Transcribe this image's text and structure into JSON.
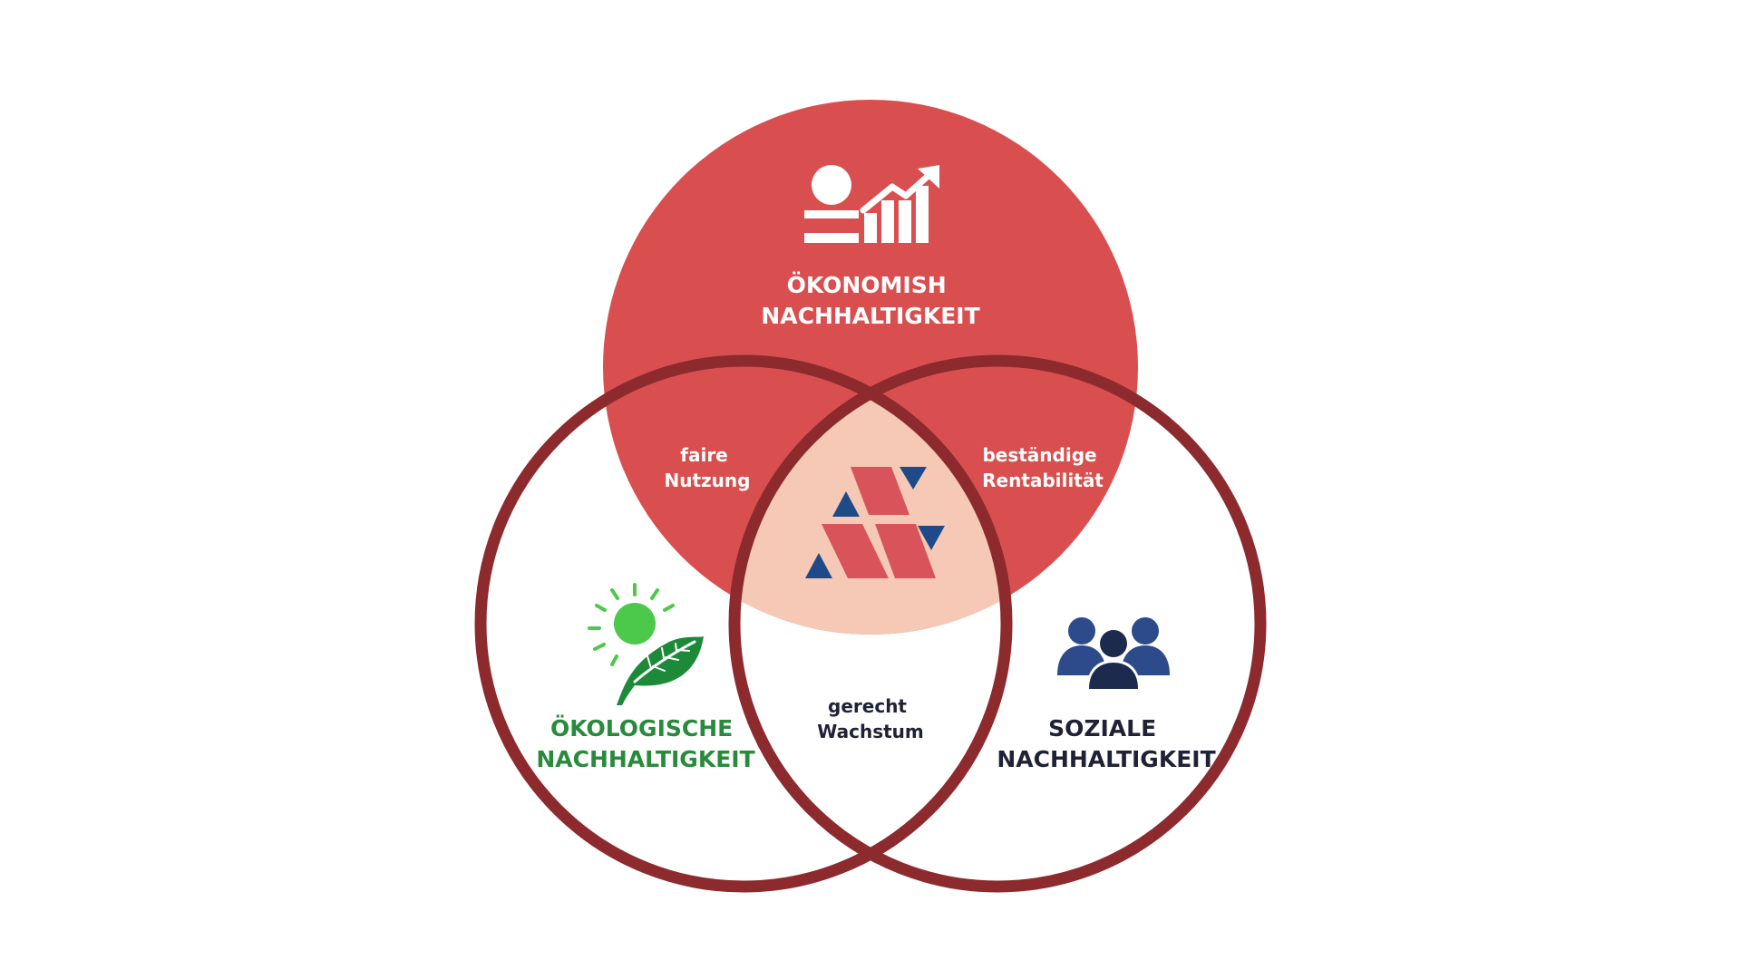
{
  "diagram": {
    "colors": {
      "economic_fill": "#d94f4f",
      "center_fill": "#f6c9b6",
      "ring_stroke": "#8c2a2e",
      "ecological_text": "#2a8a3c",
      "social_text": "#1f2235",
      "overlap_dark_text": "#1f2235",
      "logo_red": "#d9545a",
      "logo_blue": "#1f4a8a"
    },
    "economic": {
      "icon": "coin-growth-chart-icon",
      "title_line1": "ÖKONOMISH",
      "title_line2": "NACHHALTIGKEIT"
    },
    "ecological": {
      "icon": "sun-leaf-icon",
      "title_line1": "ÖKOLOGISCHE",
      "title_line2": "NACHHALTIGKEIT"
    },
    "social": {
      "icon": "people-group-icon",
      "title_line1": "SOZIALE",
      "title_line2": "NACHHALTIGKEIT"
    },
    "overlaps": {
      "economic_ecological": {
        "line1": "faire",
        "line2": "Nutzung"
      },
      "economic_social": {
        "line1": "beständige",
        "line2": "Rentabilität"
      },
      "ecological_social": {
        "line1": "gerecht",
        "line2": "Wachstum"
      }
    },
    "center": {
      "icon": "company-logo-icon"
    }
  }
}
